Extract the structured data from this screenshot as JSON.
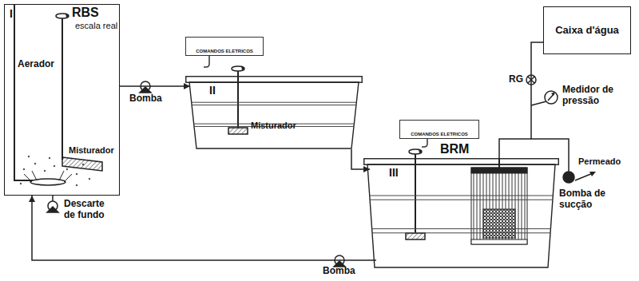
{
  "diagram": {
    "nodes": [
      {
        "text": [
          "I",
          "RBS",
          "escala real",
          "Aerador",
          "Misturador"
        ]
      },
      {
        "text": [
          "COMANDOS ELETRICOS"
        ]
      },
      {
        "text": [
          "II",
          "Misturador"
        ]
      },
      {
        "text": [
          "Caixa d'água"
        ]
      },
      {
        "text": [
          "COMANDOS ELETRICOS"
        ]
      },
      {
        "text": [
          "III",
          "BRM"
        ]
      }
    ],
    "edges": [
      {
        "from": 0,
        "to": 2,
        "label": "Bomba",
        "arrow": "to"
      },
      {
        "from": 2,
        "to": 5,
        "arrow": "to"
      },
      {
        "from": 5,
        "to": 0,
        "label": "Bomba",
        "arrow": "to"
      },
      {
        "from": 3,
        "to": 5,
        "arrow": "none"
      }
    ],
    "labels": [
      "Descarte de fundo",
      "RG",
      "Medidor de pressão",
      "Permeado",
      "Bomba de sucção"
    ]
  }
}
